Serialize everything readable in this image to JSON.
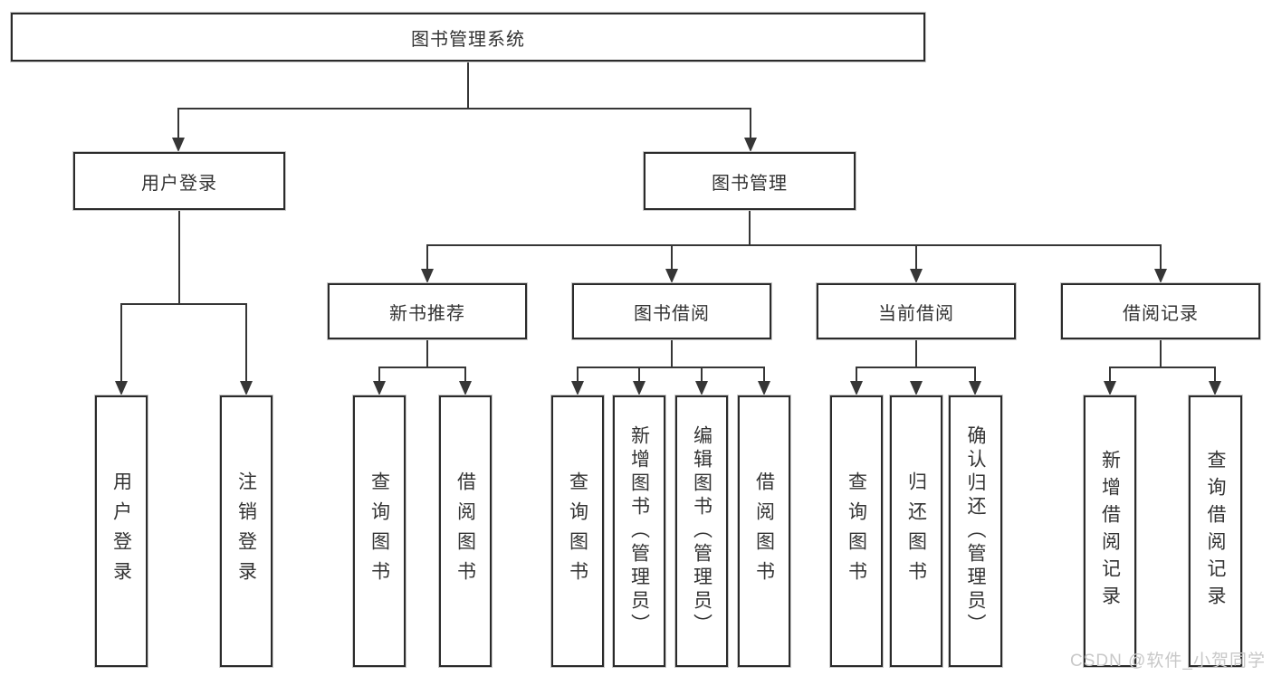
{
  "diagram_title": "图书管理系统",
  "nodes": {
    "root": "图书管理系统",
    "user_login": "用户登录",
    "book_management": "图书管理",
    "new_book_recommend": "新书推荐",
    "book_borrow": "图书借阅",
    "current_borrow": "当前借阅",
    "borrow_records": "借阅记录",
    "leaf_user_login": "用户登录",
    "leaf_logout": "注销登录",
    "rec_query_books": "查询图书",
    "rec_borrow_books": "借阅图书",
    "bb_query_books": "查询图书",
    "bb_add_books": "新增图书（管理员）",
    "bb_edit_books": "编辑图书（管理员）",
    "bb_borrow_books": "借阅图书",
    "cb_query_books": "查询图书",
    "cb_return_books": "归还图书",
    "cb_confirm_return": "确认归还（管理员）",
    "br_add_record": "新增借阅记录",
    "br_query_record": "查询借阅记录"
  },
  "hierarchy": {
    "图书管理系统": {
      "用户登录": [
        "用户登录",
        "注销登录"
      ],
      "图书管理": {
        "新书推荐": [
          "查询图书",
          "借阅图书"
        ],
        "图书借阅": [
          "查询图书",
          "新增图书（管理员）",
          "编辑图书（管理员）",
          "借阅图书"
        ],
        "当前借阅": [
          "查询图书",
          "归还图书",
          "确认归还（管理员）"
        ],
        "借阅记录": [
          "新增借阅记录",
          "查询借阅记录"
        ]
      }
    }
  },
  "watermark": "CSDN @软件_小贺同学",
  "colors": {
    "line": "#363636",
    "border": "#2b2b2b",
    "text": "#333333",
    "watermark": "#c8c8c8",
    "background": "#ffffff"
  }
}
